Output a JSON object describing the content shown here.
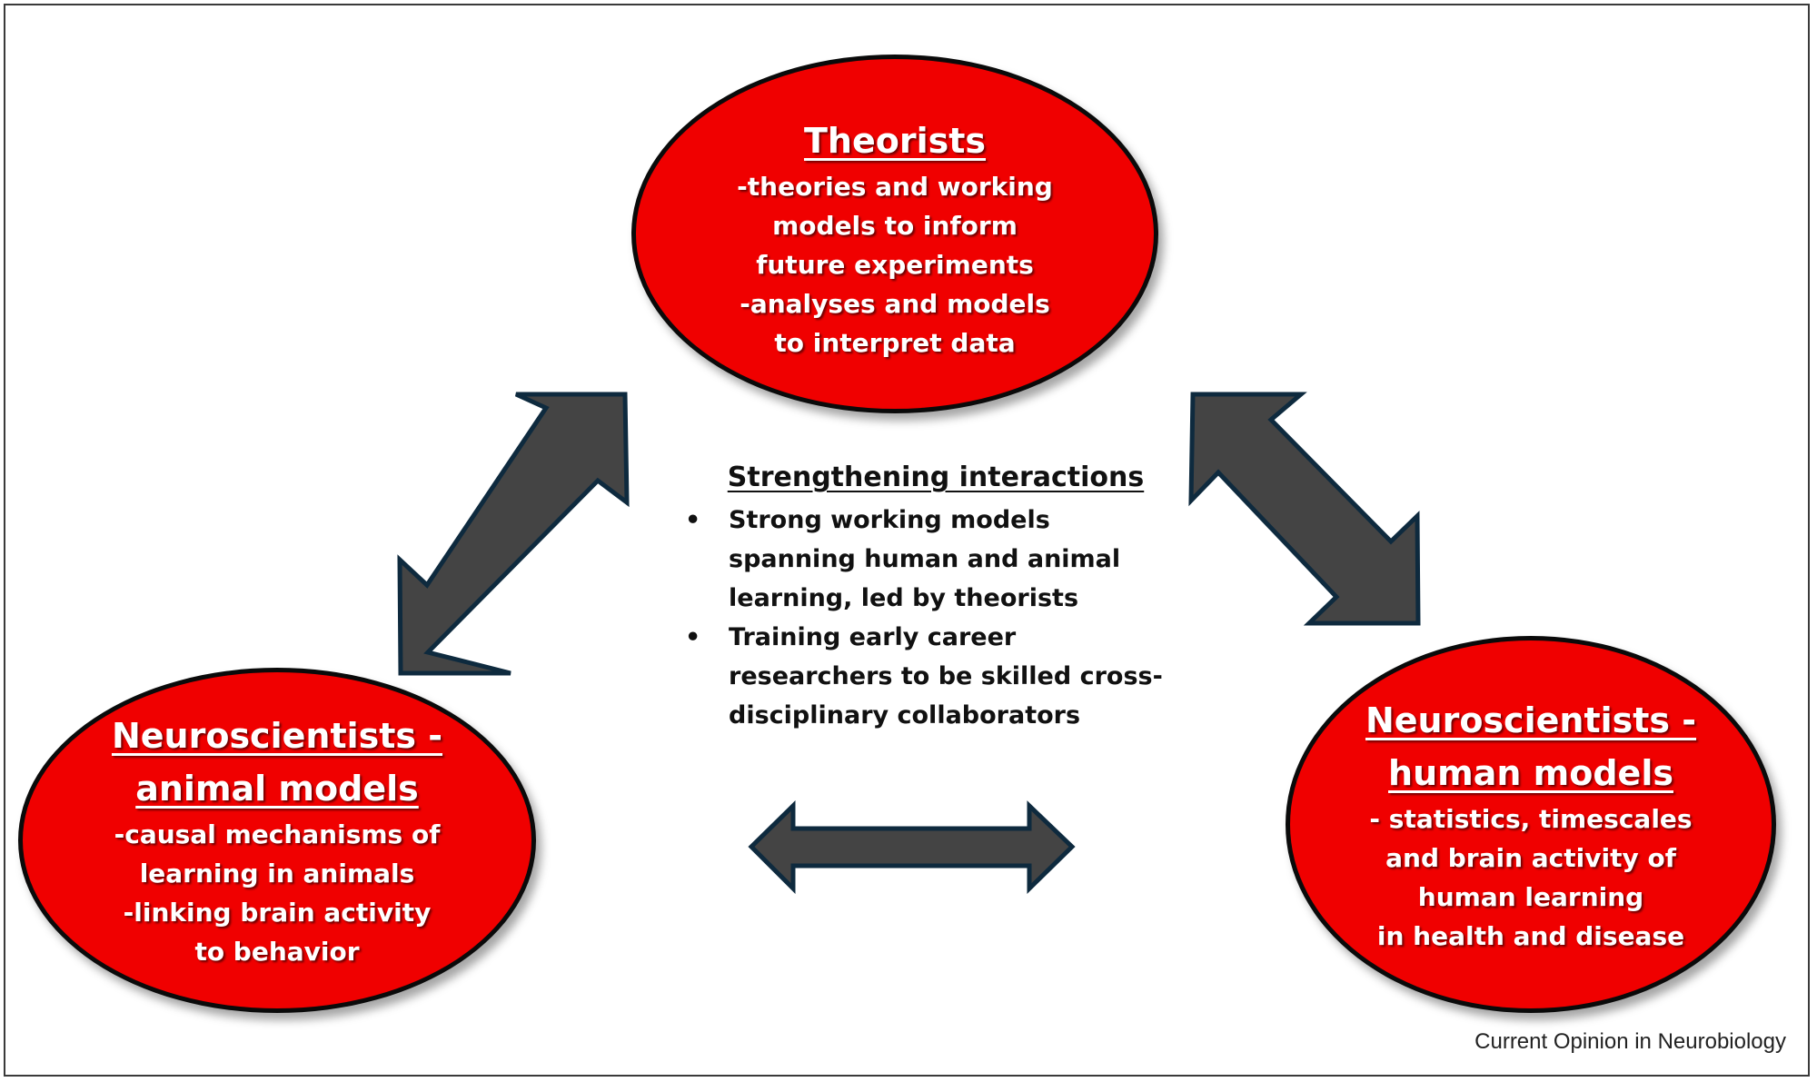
{
  "figure": {
    "colors": {
      "node_fill": "#f00000",
      "node_outline": "#0a0a0a",
      "node_text": "#ffffff",
      "arrow_fill": "#444444",
      "arrow_outline": "#0e2a3e",
      "body_text": "#111111"
    },
    "nodes": {
      "theorists": {
        "title": "Theorists",
        "lines": [
          "-theories and working",
          "models to inform",
          "future experiments",
          "-analyses and models",
          "to interpret data"
        ]
      },
      "animal": {
        "title_lines": [
          "Neuroscientists -",
          "animal models"
        ],
        "lines": [
          "-causal mechanisms of",
          "learning in animals",
          "-linking brain activity",
          "to behavior"
        ]
      },
      "human": {
        "title_lines": [
          "Neuroscientists -",
          "human models"
        ],
        "lines": [
          "- statistics, timescales",
          "and brain activity of",
          "human learning",
          "in health and disease"
        ]
      }
    },
    "center": {
      "heading": "Strengthening interactions",
      "bullet_glyph": "•",
      "bullets": [
        {
          "lines": [
            "Strong working models",
            "spanning human and animal",
            "learning, led by theorists"
          ]
        },
        {
          "lines": [
            "Training early career",
            "researchers to be skilled cross-",
            "disciplinary collaborators"
          ]
        }
      ]
    },
    "arrows": [
      {
        "name": "theorists-animal",
        "icon": "double-arrow-diagonal-icon"
      },
      {
        "name": "theorists-human",
        "icon": "double-arrow-diagonal-icon"
      },
      {
        "name": "animal-human",
        "icon": "double-arrow-horizontal-icon"
      }
    ],
    "credit": "Current Opinion in Neurobiology"
  }
}
